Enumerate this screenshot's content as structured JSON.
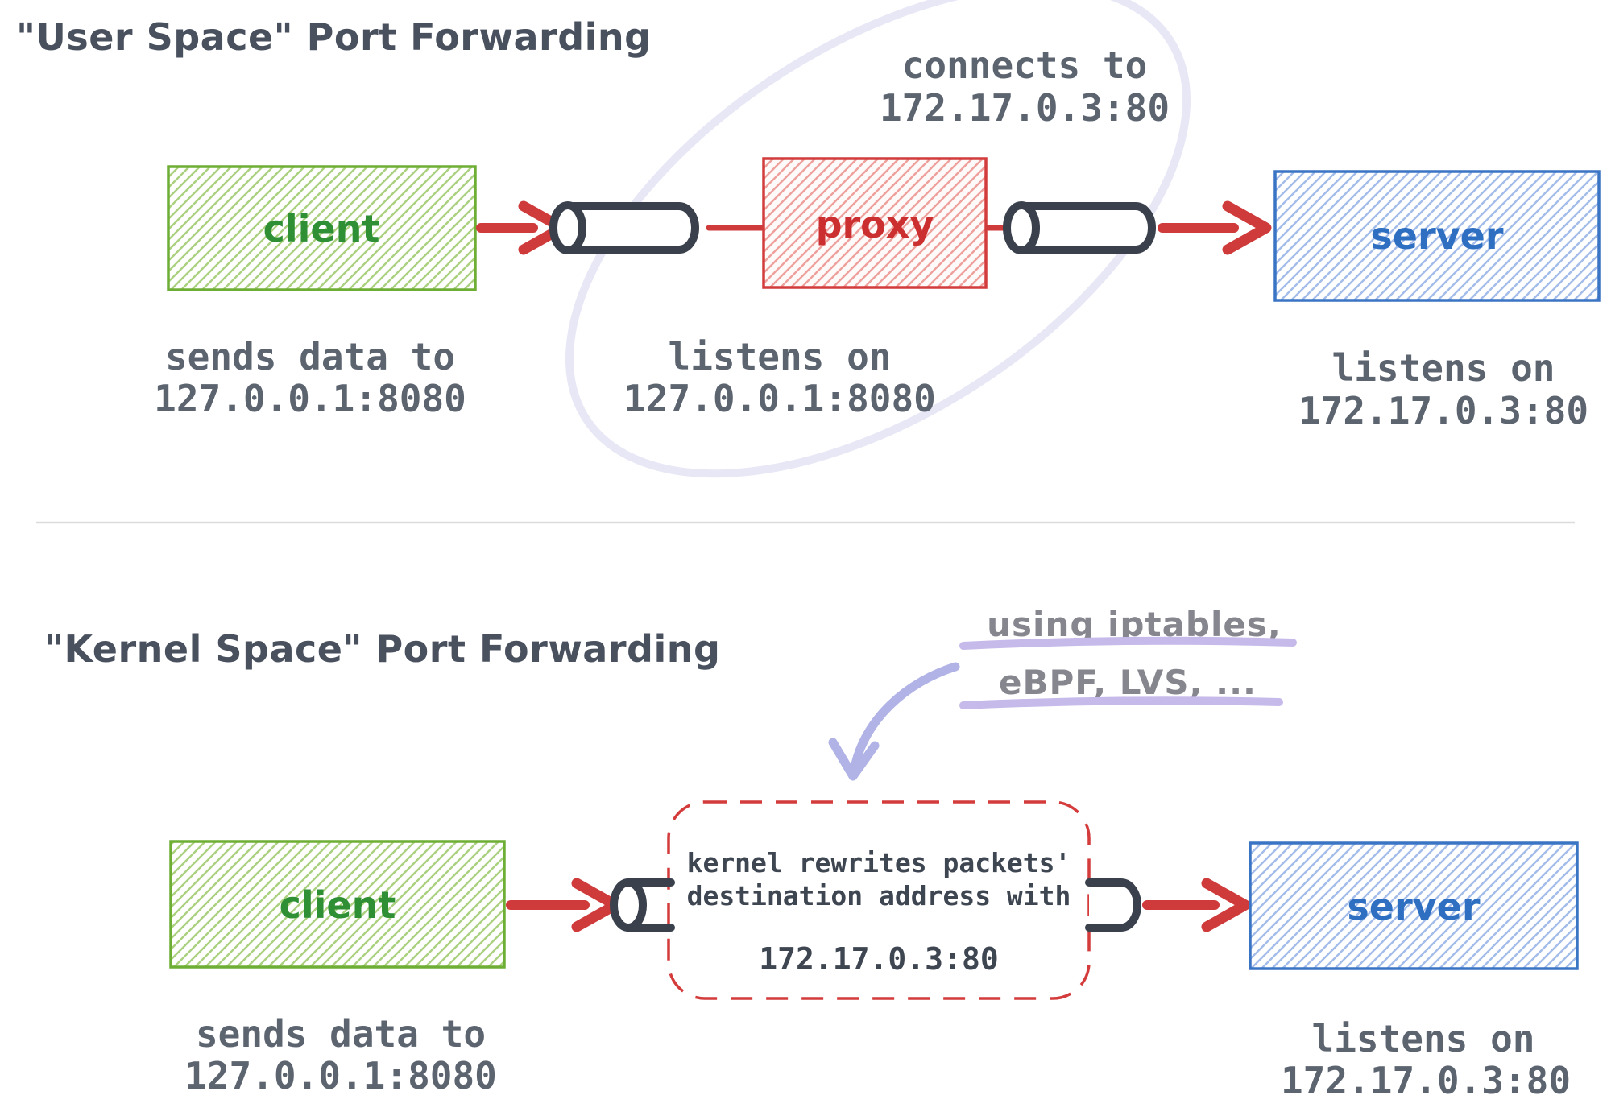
{
  "user_space": {
    "title": "\"User Space\" Port Forwarding",
    "client_label": "client",
    "client_caption1": "sends data to",
    "client_caption2": "127.0.0.1:8080",
    "proxy_label": "proxy",
    "proxy_caption1": "listens on",
    "proxy_caption2": "127.0.0.1:8080",
    "proxy_annotation1": "connects to",
    "proxy_annotation2": "172.17.0.3:80",
    "server_label": "server",
    "server_caption1": "listens on",
    "server_caption2": "172.17.0.3:80"
  },
  "kernel_space": {
    "title": "\"Kernel Space\" Port Forwarding",
    "tools_annotation1": "using iptables,",
    "tools_annotation2": "eBPF, LVS, ...",
    "client_label": "client",
    "client_caption1": "sends data to",
    "client_caption2": "127.0.0.1:8080",
    "kernel_box_line1": "kernel rewrites packets'",
    "kernel_box_line2": "destination address with",
    "kernel_box_line3": "172.17.0.3:80",
    "server_label": "server",
    "server_caption1": "listens on",
    "server_caption2": "172.17.0.3:80"
  },
  "colors": {
    "red_accent": "#cf3a3a",
    "green_accent": "#6fae35",
    "blue_accent": "#3a74c4",
    "pipe_dark": "#3a414c",
    "caption_gray": "#5c6470",
    "lavender_ellipse": "#e7e7f6",
    "purple_arrow": "#b1b3e6",
    "purple_underline": "#c6baea"
  }
}
